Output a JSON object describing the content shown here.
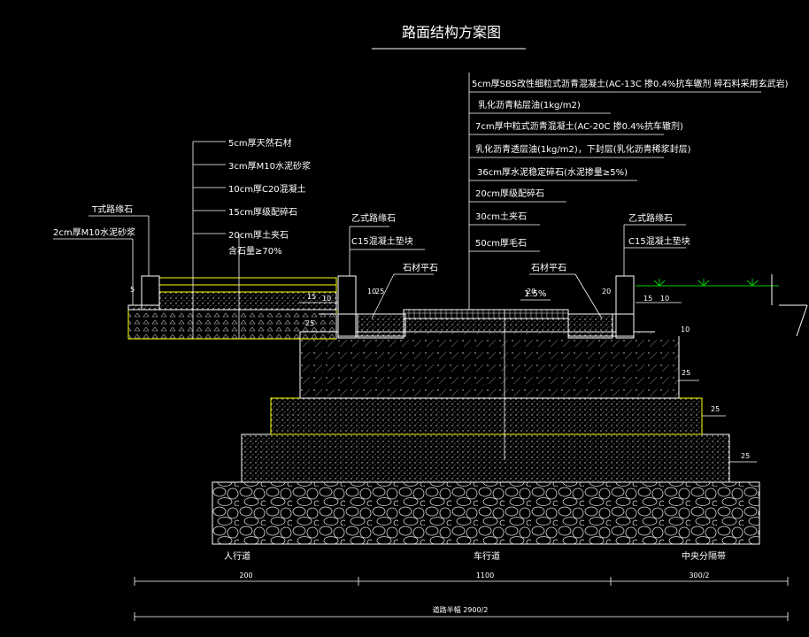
{
  "title": "路面结构方案图",
  "layers_right": [
    "5cm厚SBS改性细粒式沥青混凝土(AC-13C 掺0.4%抗车辙剂    碎石料采用玄武岩)",
    "乳化沥青粘层油(1kg/m2)",
    "7cm厚中粒式沥青混凝土(AC-20C 掺0.4%抗车辙剂)",
    "乳化沥青透层油(1kg/m2)，下封层(乳化沥青稀浆封层)",
    "36cm厚水泥稳定碎石(水泥掺量≥5%)",
    "20cm厚级配碎石",
    "30cm土夹石",
    "50cm厚毛石"
  ],
  "layers_left": [
    "5cm厚天然石材",
    "3cm厚M10水泥砂浆",
    "10cm厚C20混凝土",
    "15cm厚级配碎石",
    "20cm厚土夹石",
    "含石量≥70%"
  ],
  "curb_labels": {
    "left_t_curb": "T式路缘石",
    "left_mortar": "2cm厚M10水泥砂浆",
    "mid_left_curb": "乙式路缘石",
    "mid_left_bed": "C15混凝土垫块",
    "flat_stone_left": "石材平石",
    "flat_stone_right": "石材平石",
    "right_curb": "乙式路缘石",
    "right_bed": "C15混凝土垫块"
  },
  "slope": "1.5%",
  "small_dims": [
    "5",
    "15",
    "10",
    "25",
    "25",
    "15",
    "10",
    "25",
    "25",
    "25",
    "10",
    "10",
    "20",
    "20"
  ],
  "zone_labels": [
    "人行道",
    "车行道",
    "中央分隔带"
  ],
  "widths": [
    "200",
    "1100",
    "300/2"
  ],
  "total_width": "道路半幅 2900/2"
}
